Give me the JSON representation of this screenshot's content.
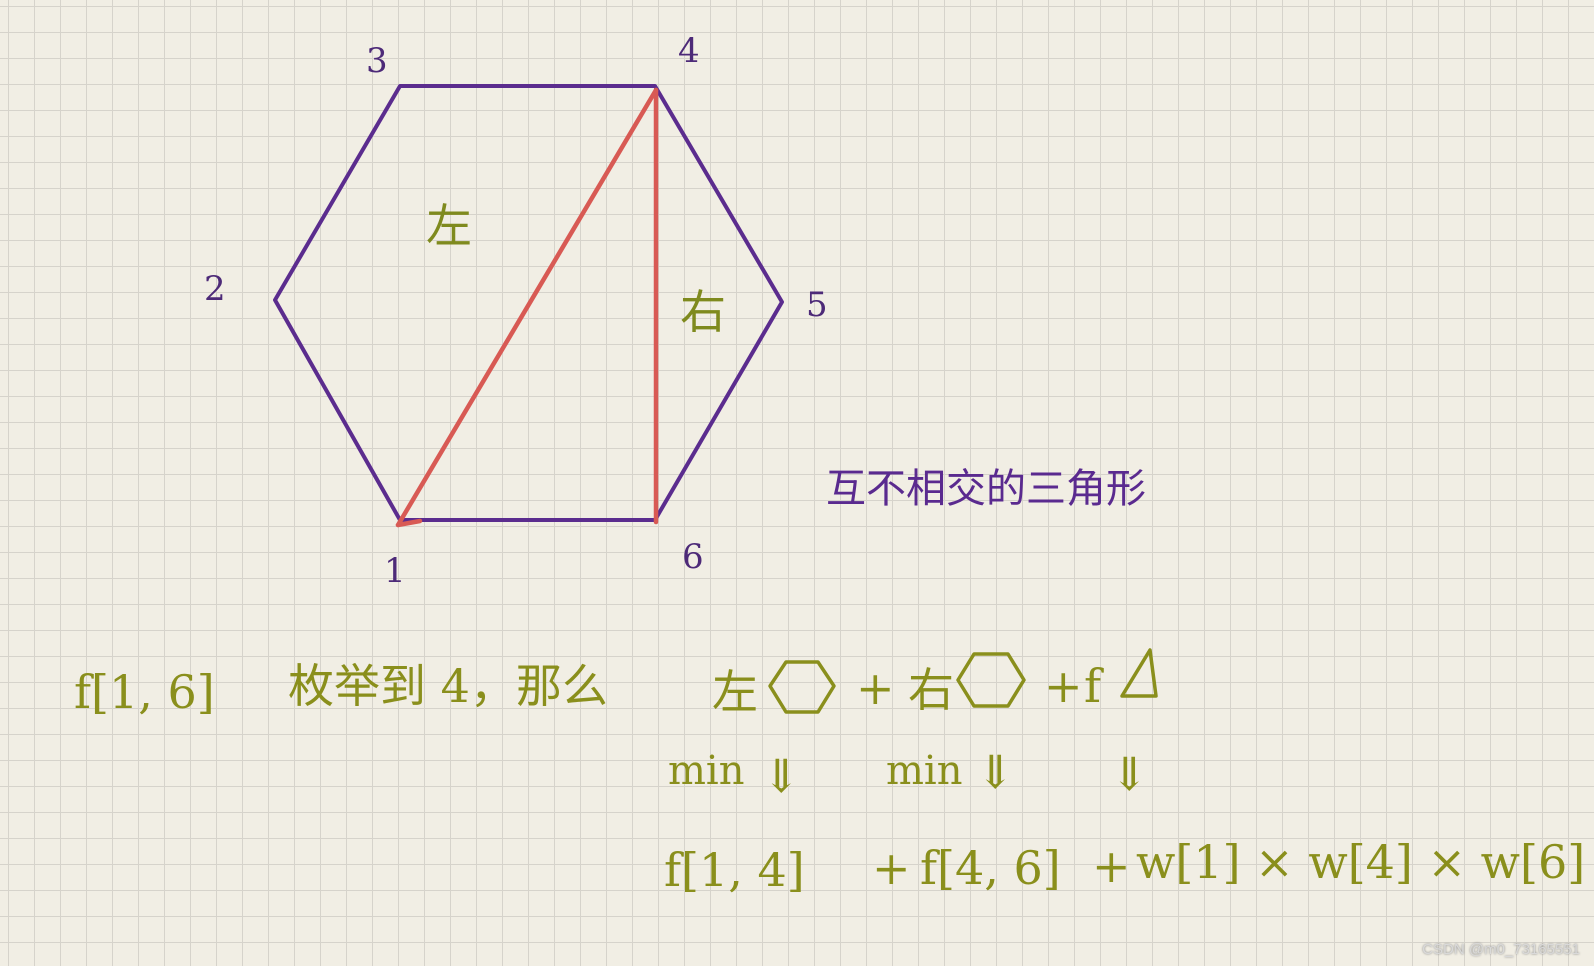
{
  "colors": {
    "hexagon": "#5b2c8e",
    "diagonal": "#d85a54",
    "region_label": "#7f8a1e",
    "formula": "#8a8f1c",
    "note": "#5a2a8f"
  },
  "vertices": {
    "v1": "1",
    "v2": "2",
    "v3": "3",
    "v4": "4",
    "v5": "5",
    "v6": "6"
  },
  "regions": {
    "left": "左",
    "right": "右"
  },
  "note": "互不相交的三角形",
  "formula": {
    "line1": {
      "f_range": "f[1, 6]",
      "text": "枚举到 4，那么",
      "left": "左",
      "plus1": "+",
      "right": "右",
      "plus2": "+",
      "f_triangle": "f"
    },
    "line2": {
      "min1": "min",
      "arrow1": "⇓",
      "min2": "min",
      "arrow2": "⇓",
      "arrow3": "⇓"
    },
    "line3": {
      "term1": "f[1, 4]",
      "plus1": "+",
      "term2": "f[4, 6]",
      "plus2": "+",
      "term3": "w[1] × w[4] × w[6]"
    }
  },
  "watermark": "CSDN @m0_73165551"
}
